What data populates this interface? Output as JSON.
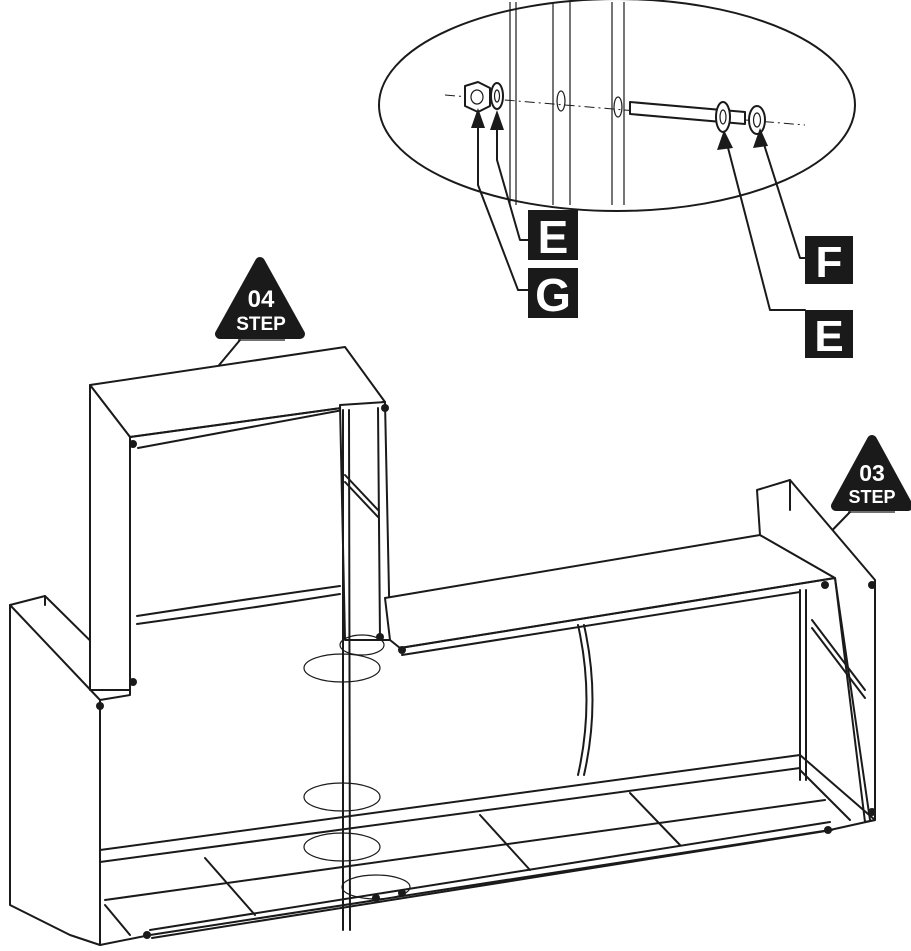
{
  "callout_labels": {
    "e_top": "E",
    "g": "G",
    "f": "F",
    "e_bottom": "E"
  },
  "step_badges": {
    "step4": {
      "number": "04",
      "word": "STEP"
    },
    "step3": {
      "number": "03",
      "word": "STEP"
    }
  },
  "colors": {
    "ink": "#1a1a1a",
    "paper": "#ffffff"
  }
}
